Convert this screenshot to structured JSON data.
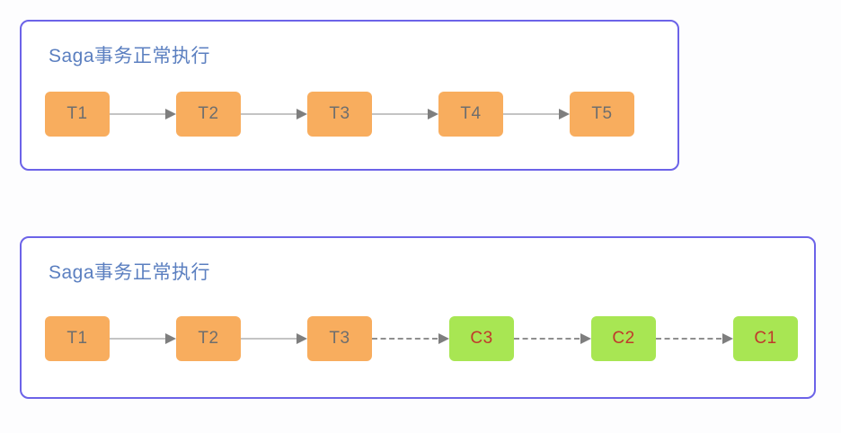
{
  "page": {
    "background_color": "#fdfdfe",
    "panel_border_color": "#6c63e8",
    "title_color": "#5b7fc0",
    "task_node_color": "#f8ad5e",
    "task_text_color": "#6e6e6e",
    "compensate_node_color": "#a8e653",
    "compensate_text_color": "#c0392b",
    "arrow_color": "#8a8a8a"
  },
  "panels": [
    {
      "title": "Saga事务正常执行",
      "nodes": [
        {
          "label": "T1",
          "kind": "task"
        },
        {
          "label": "T2",
          "kind": "task"
        },
        {
          "label": "T3",
          "kind": "task"
        },
        {
          "label": "T4",
          "kind": "task"
        },
        {
          "label": "T5",
          "kind": "task"
        }
      ],
      "connectors": [
        {
          "style": "solid"
        },
        {
          "style": "solid"
        },
        {
          "style": "solid"
        },
        {
          "style": "solid"
        }
      ]
    },
    {
      "title": "Saga事务正常执行",
      "nodes": [
        {
          "label": "T1",
          "kind": "task"
        },
        {
          "label": "T2",
          "kind": "task"
        },
        {
          "label": "T3",
          "kind": "task"
        },
        {
          "label": "C3",
          "kind": "compensate"
        },
        {
          "label": "C2",
          "kind": "compensate"
        },
        {
          "label": "C1",
          "kind": "compensate"
        }
      ],
      "connectors": [
        {
          "style": "solid"
        },
        {
          "style": "solid"
        },
        {
          "style": "dashed"
        },
        {
          "style": "dashed"
        },
        {
          "style": "dashed"
        }
      ]
    }
  ]
}
